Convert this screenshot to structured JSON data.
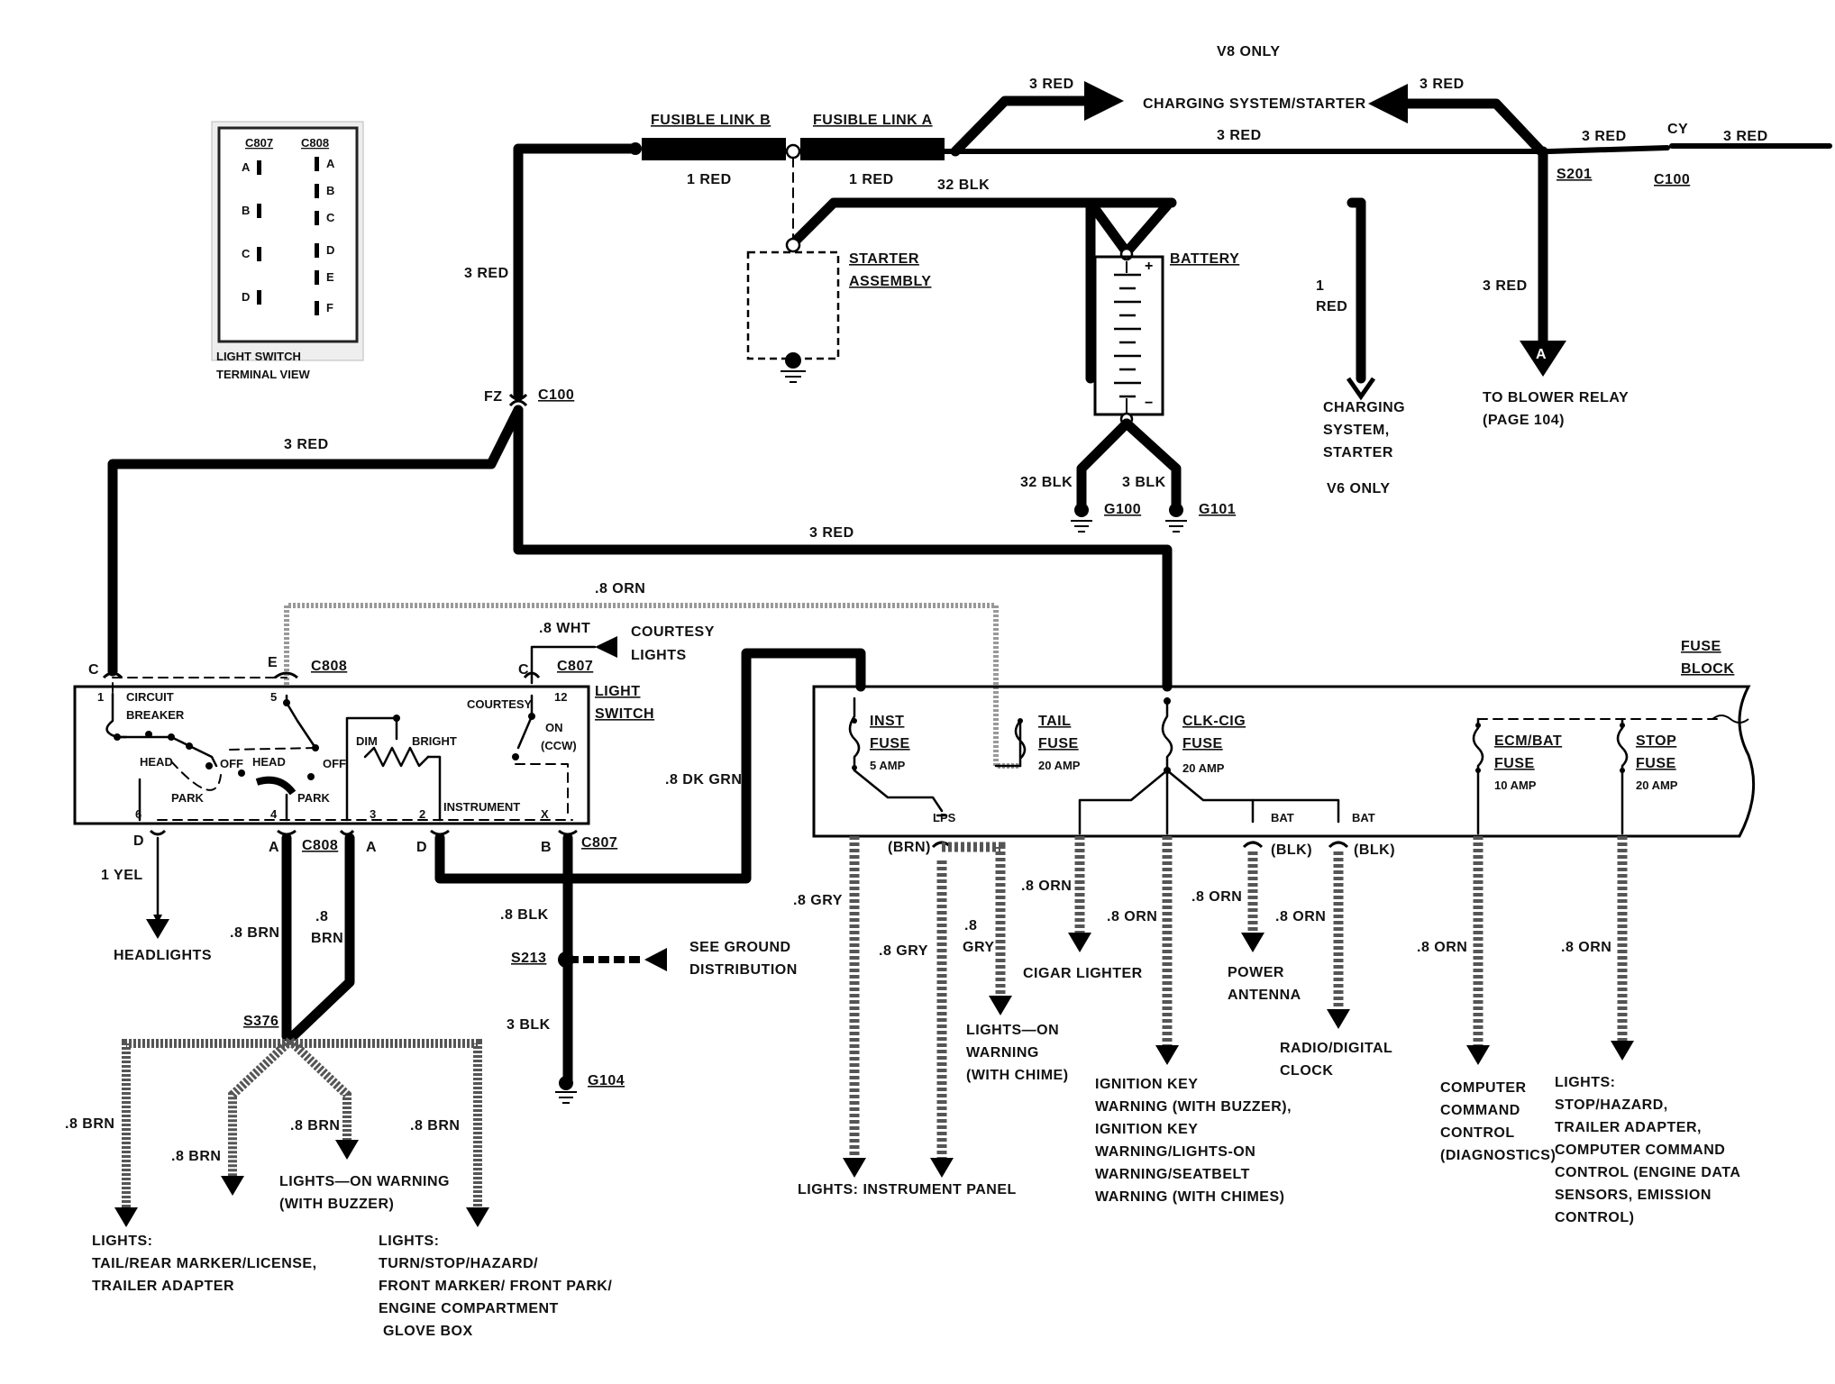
{
  "top": {
    "v8_only": "V8 ONLY",
    "fusible_link_b": "FUSIBLE LINK B",
    "fusible_link_a": "FUSIBLE LINK A",
    "link_b_wire": "1 RED",
    "link_a_wire": "1 RED",
    "blk_32": "32 BLK",
    "red3_a": "3 RED",
    "red3_b": "3 RED",
    "red3_c": "3 RED",
    "red3_d": "3 RED",
    "red3_e": "3 RED",
    "red3_f": "3 RED",
    "charging_system_starter": "CHARGING SYSTEM/STARTER",
    "cy": "CY",
    "c100_right": "C100",
    "s201": "S201",
    "starter_assembly_1": "STARTER",
    "starter_assembly_2": "ASSEMBLY",
    "battery": "BATTERY",
    "red_1a": "1",
    "red_1b": "RED",
    "charging_1": "CHARGING",
    "charging_2": "SYSTEM,",
    "charging_3": "STARTER",
    "v6_only": "V6 ONLY",
    "to_blower_1": "TO BLOWER RELAY",
    "to_blower_2": "(PAGE 104)",
    "connector_a": "A",
    "blk32_g100": "32 BLK",
    "blk3_g101": "3 BLK",
    "g100": "G100",
    "g101": "G101",
    "red3_left": "3 RED",
    "fz": "FZ",
    "c100_left": "C100",
    "red3_left2": "3 RED",
    "red3_mid": "3 RED"
  },
  "terminal_view": {
    "c807": "C807",
    "c808": "C808",
    "pins_left": [
      "A",
      "B",
      "C",
      "D"
    ],
    "pins_right": [
      "A",
      "B",
      "C",
      "D",
      "E",
      "F"
    ],
    "caption_1": "LIGHT SWITCH",
    "caption_2": "TERMINAL VIEW"
  },
  "light_switch": {
    "orn_08": ".8 ORN",
    "wht_08": ".8 WHT",
    "courtesy_lights_1": "COURTESY",
    "courtesy_lights_2": "LIGHTS",
    "c": "C",
    "e": "E",
    "c808_top": "C808",
    "c_right": "C",
    "c807_top": "C807",
    "title_1": "LIGHT",
    "title_2": "SWITCH",
    "pin1": "1",
    "pin5": "5",
    "pin12": "12",
    "circuit": "CIRCUIT",
    "breaker": "BREAKER",
    "courtesy": "COURTESY",
    "on": "ON",
    "ccw": "(CCW)",
    "head1": "HEAD",
    "off1": "OFF",
    "park1": "PARK",
    "head2": "HEAD",
    "off2": "OFF",
    "park2": "PARK",
    "dim": "DIM",
    "bright": "BRIGHT",
    "pin6": "6",
    "pin4": "4",
    "pin3": "3",
    "pin2": "2",
    "instrument": "INSTRUMENT",
    "pinx": "X",
    "d_bottom": "D",
    "a_bottom": "A",
    "c808_bottom": "C808",
    "a_bottom2": "A",
    "d_bottom2": "D",
    "b_bottom": "B",
    "c807_bottom": "C807",
    "dk_grn": ".8 DK GRN"
  },
  "lower_left": {
    "yel": "1 YEL",
    "headlights": "HEADLIGHTS",
    "brn_a": ".8 BRN",
    "brn_b1": ".8",
    "brn_b2": "BRN",
    "s376": "S376",
    "brn_c": ".8 BRN",
    "brn_d": ".8 BRN",
    "brn_e": ".8 BRN",
    "brn_f": ".8 BRN",
    "lights_on_buzzer_1": "LIGHTS—ON WARNING",
    "lights_on_buzzer_2": "(WITH BUZZER)",
    "lights_tail_1": "LIGHTS:",
    "lights_tail_2": "TAIL/REAR MARKER/LICENSE,",
    "lights_tail_3": "TRAILER ADAPTER",
    "lights_turn_1": "LIGHTS:",
    "lights_turn_2": "TURN/STOP/HAZARD/",
    "lights_turn_3": "FRONT MARKER/ FRONT PARK/",
    "lights_turn_4": "ENGINE COMPARTMENT",
    "lights_turn_5": "GLOVE BOX",
    "blk_08": ".8 BLK",
    "see_ground_1": "SEE GROUND",
    "see_ground_2": "DISTRIBUTION",
    "s213": "S213",
    "blk_3": "3 BLK",
    "g104": "G104"
  },
  "fuse_block": {
    "title_1": "FUSE",
    "title_2": "BLOCK",
    "inst_1": "INST",
    "inst_2": "FUSE",
    "inst_3": "5 AMP",
    "tail_1": "TAIL",
    "tail_2": "FUSE",
    "tail_3": "20 AMP",
    "clk_1": "CLK-CIG",
    "clk_2": "FUSE",
    "clk_3": "20 AMP",
    "ecm_1": "ECM/BAT",
    "ecm_2": "FUSE",
    "ecm_3": "10 AMP",
    "stop_1": "STOP",
    "stop_2": "FUSE",
    "stop_3": "20 AMP",
    "lps": "LPS",
    "bat1": "BAT",
    "bat2": "BAT",
    "brn": "(BRN)",
    "blk1": "(BLK)",
    "blk2": "(BLK)"
  },
  "outputs": {
    "gry_a": ".8 GRY",
    "gry_b": ".8 GRY",
    "gry_c1": ".8",
    "gry_c2": "GRY",
    "orn_a": ".8 ORN",
    "orn_b": ".8 ORN",
    "orn_c": ".8 ORN",
    "orn_d": ".8 ORN",
    "orn_e": ".8 ORN",
    "orn_f": ".8 ORN",
    "lights_instrument": "LIGHTS: INSTRUMENT PANEL",
    "lights_on_chime_1": "LIGHTS—ON",
    "lights_on_chime_2": "WARNING",
    "lights_on_chime_3": "(WITH CHIME)",
    "cigar": "CIGAR LIGHTER",
    "power_antenna_1": "POWER",
    "power_antenna_2": "ANTENNA",
    "radio_1": "RADIO/DIGITAL",
    "radio_2": "CLOCK",
    "ignition_1": "IGNITION KEY",
    "ignition_2": "WARNING (WITH BUZZER),",
    "ignition_3": "IGNITION KEY",
    "ignition_4": "WARNING/LIGHTS-ON",
    "ignition_5": "WARNING/SEATBELT",
    "ignition_6": "WARNING (WITH CHIMES)",
    "computer_1": "COMPUTER",
    "computer_2": "COMMAND",
    "computer_3": "CONTROL",
    "computer_4": "(DIAGNOSTICS)",
    "stop_lights_1": "LIGHTS:",
    "stop_lights_2": "STOP/HAZARD,",
    "stop_lights_3": "TRAILER ADAPTER,",
    "stop_lights_4": "COMPUTER COMMAND",
    "stop_lights_5": "CONTROL (ENGINE DATA",
    "stop_lights_6": "SENSORS, EMISSION",
    "stop_lights_7": "CONTROL)"
  }
}
